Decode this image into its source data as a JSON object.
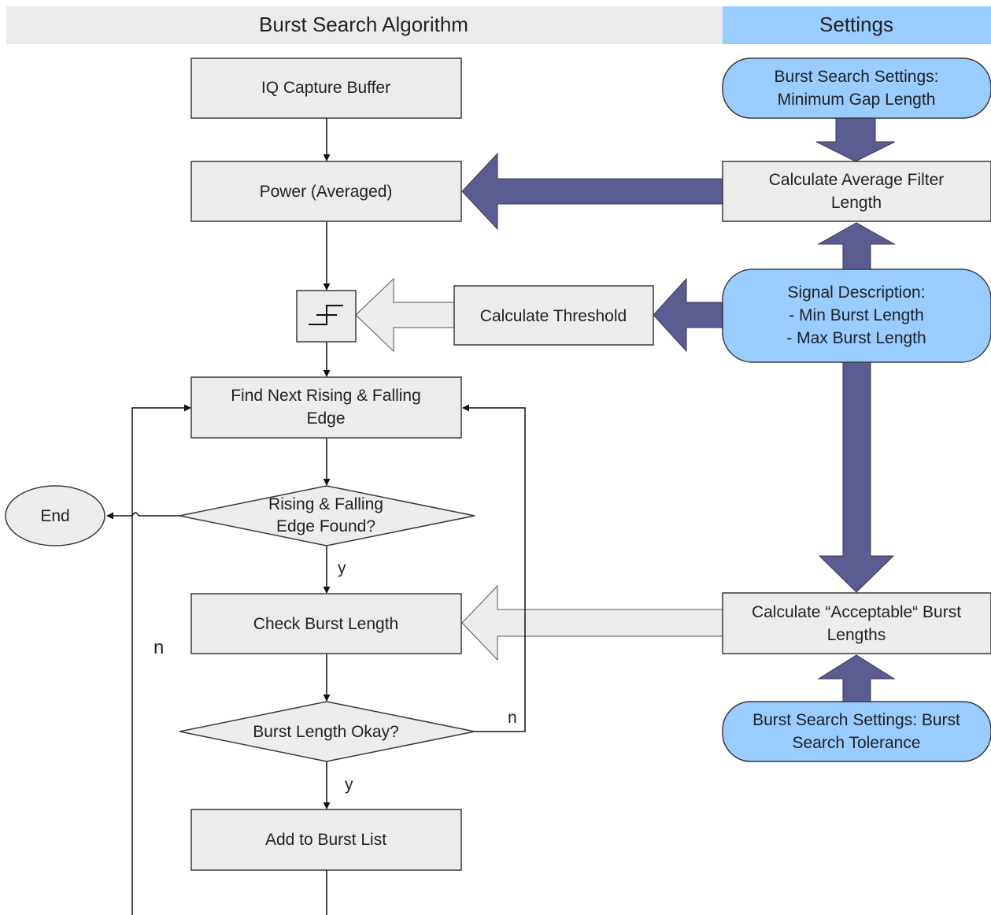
{
  "headers": {
    "algorithm": "Burst Search Algorithm",
    "settings": "Settings"
  },
  "nodes": {
    "iq_capture": "IQ Capture Buffer",
    "power": "Power (Averaged)",
    "find_edge_1": "Find Next Rising  & Falling",
    "find_edge_2": "Edge",
    "edge_found_1": "Rising & Falling",
    "edge_found_2": "Edge Found?",
    "end": "End",
    "check_length": "Check Burst Length",
    "length_ok": "Burst Length Okay?",
    "add_list": "Add to Burst List",
    "calc_threshold": "Calculate Threshold",
    "settings_gap_1": "Burst Search Settings:",
    "settings_gap_2": "Minimum Gap Length",
    "calc_filter_1": "Calculate Average Filter",
    "calc_filter_2": "Length",
    "signal_desc_1": "Signal Description:",
    "signal_desc_2": "- Min Burst Length",
    "signal_desc_3": "- Max Burst Length",
    "calc_acceptable_1": "Calculate “Acceptable“ Burst",
    "calc_acceptable_2": "Lengths",
    "settings_tol_1": "Burst Search Settings: Burst",
    "settings_tol_2": "Search Tolerance"
  },
  "edge_labels": {
    "edge_found_yes": "y",
    "length_ok_no": "n",
    "length_ok_yes": "y",
    "loop_no": "n"
  },
  "colors": {
    "box_fill": "#ececec",
    "box_stroke": "#3a3a3a",
    "settings_fill": "#99ccff",
    "header_gray": "#ebebeb",
    "header_blue": "#99ccff",
    "big_arrow": "#5b5c92",
    "hollow_arrow": "#ececec"
  }
}
